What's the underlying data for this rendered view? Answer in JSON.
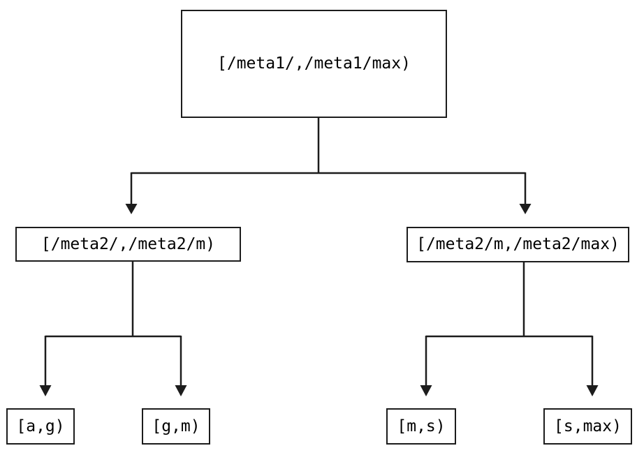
{
  "diagram": {
    "root": {
      "label": "[/meta1/,/meta1/max)"
    },
    "branches": [
      {
        "label": "[/meta2/,/meta2/m)"
      },
      {
        "label": "[/meta2/m,/meta2/max)"
      }
    ],
    "leaves": [
      {
        "label": "[a,g)"
      },
      {
        "label": "[g,m)"
      },
      {
        "label": "[m,s)"
      },
      {
        "label": "[s,max)"
      }
    ],
    "colors": {
      "line": "#1c1c1c",
      "text": "#000000",
      "background": "#ffffff"
    }
  }
}
